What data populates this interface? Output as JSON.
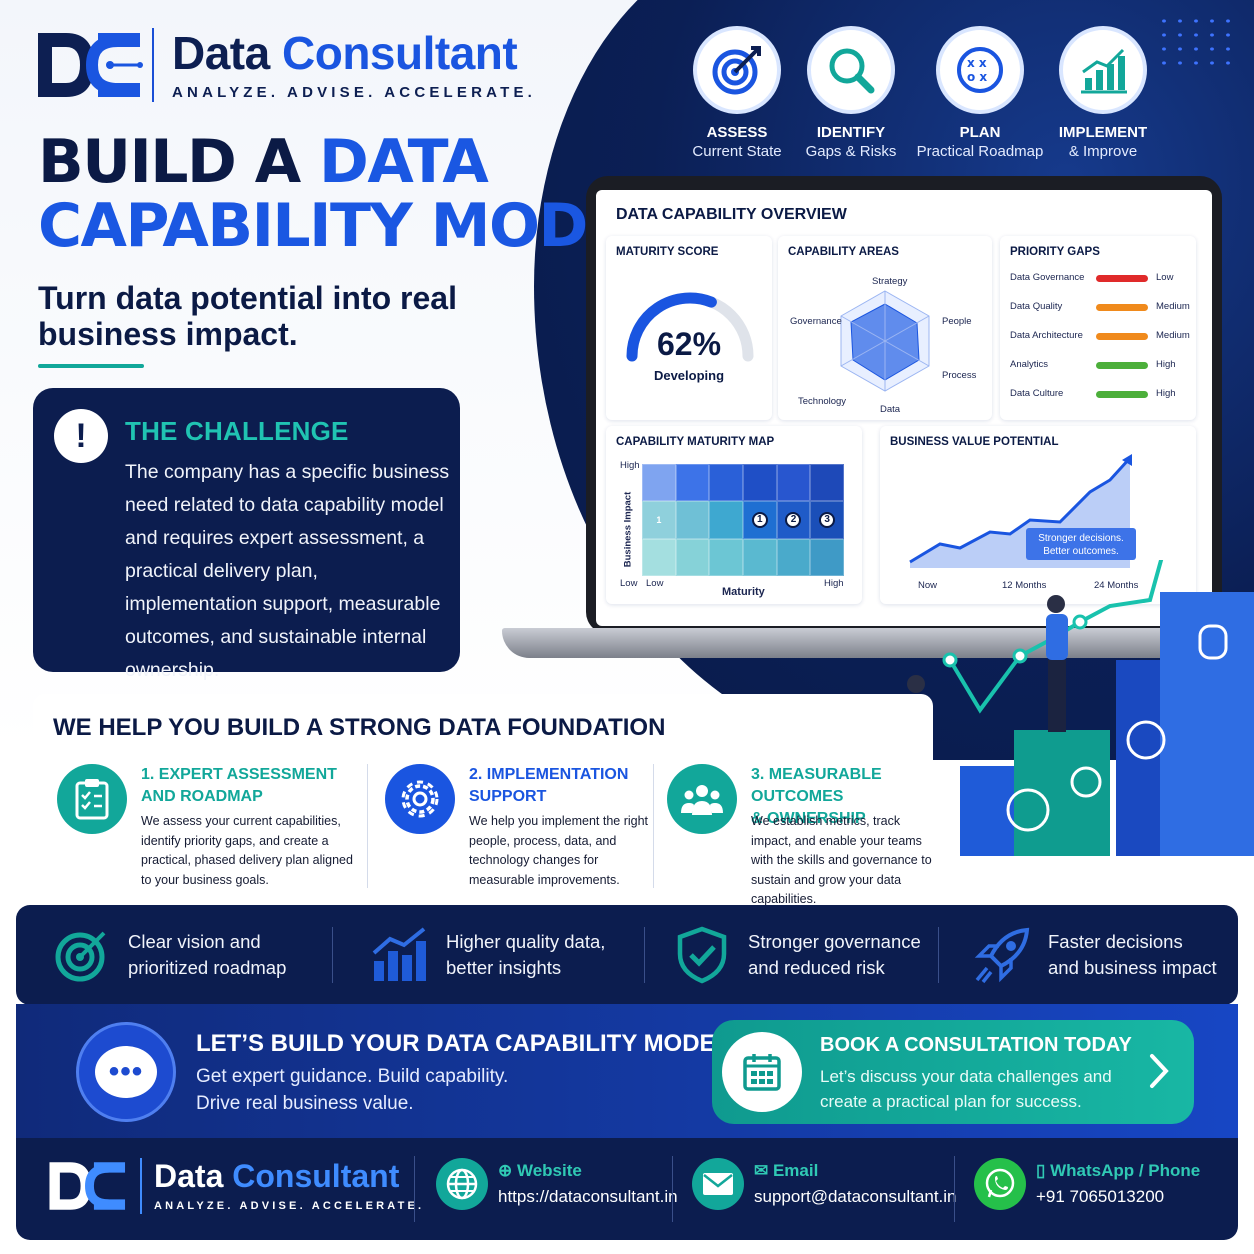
{
  "brand": {
    "name_part1": "Data",
    "name_part2": "Consultant",
    "tagline": "ANALYZE. ADVISE. ACCELERATE."
  },
  "headline": {
    "line1_dark": "BUILD A",
    "line1_blue": "DATA",
    "line2_blue": "CAPABILITY MODEL",
    "subhead": "Turn data potential into real business impact."
  },
  "challenge": {
    "title": "THE CHALLENGE",
    "icon": "exclamation-icon",
    "body": "The company has a specific business need related to data capability model and requires expert assessment, a practical delivery plan, implementation support, measurable outcomes, and sustainable internal ownership."
  },
  "steps": [
    {
      "title": "ASSESS",
      "subtitle": "Current State",
      "icon": "target-icon"
    },
    {
      "title": "IDENTIFY",
      "subtitle": "Gaps & Risks",
      "icon": "magnifier-icon"
    },
    {
      "title": "PLAN",
      "subtitle": "Practical Roadmap",
      "icon": "roadmap-icon"
    },
    {
      "title": "IMPLEMENT",
      "subtitle": "& Improve",
      "icon": "growth-chart-icon"
    }
  ],
  "dashboard": {
    "title": "DATA CAPABILITY OVERVIEW",
    "maturity": {
      "label": "MATURITY SCORE",
      "value_text": "62%",
      "value": 62,
      "status": "Developing"
    },
    "capability_areas": {
      "label": "CAPABILITY AREAS",
      "axes": [
        "Strategy",
        "People",
        "Process",
        "Data",
        "Technology",
        "Governance"
      ]
    },
    "priority_gaps": {
      "label": "PRIORITY GAPS",
      "items": [
        {
          "name": "Data Governance",
          "level": "Low",
          "color": "#e02a2a"
        },
        {
          "name": "Data Quality",
          "level": "Medium",
          "color": "#f08a1c"
        },
        {
          "name": "Data Architecture",
          "level": "Medium",
          "color": "#f08a1c"
        },
        {
          "name": "Analytics",
          "level": "High",
          "color": "#4caf3a"
        },
        {
          "name": "Data Culture",
          "level": "High",
          "color": "#4caf3a"
        }
      ]
    },
    "maturity_map": {
      "label": "CAPABILITY MATURITY MAP",
      "y_axis": "Business Impact",
      "y_high": "High",
      "y_low": "Low",
      "x_low": "Low",
      "x_axis": "Maturity",
      "x_high": "High",
      "markers": [
        "1",
        "1",
        "2",
        "3"
      ]
    },
    "value_potential": {
      "label": "BUSINESS VALUE POTENTIAL",
      "x_labels": [
        "Now",
        "12 Months",
        "24 Months"
      ],
      "callout_line1": "Stronger decisions.",
      "callout_line2": "Better outcomes."
    }
  },
  "foundation": {
    "title": "WE HELP YOU BUILD A STRONG DATA FOUNDATION",
    "pillars": [
      {
        "title_line1": "1. EXPERT ASSESSMENT",
        "title_line2": "AND ROADMAP",
        "desc": "We assess your current capabilities, identify priority gaps, and create a practical, phased delivery plan aligned to your business goals.",
        "icon": "clipboard-checklist-icon"
      },
      {
        "title_line1": "2. IMPLEMENTATION",
        "title_line2": "SUPPORT",
        "desc": "We help you implement the right people, process, data, and technology changes for measurable improvements.",
        "icon": "gear-icon"
      },
      {
        "title_line1": "3. MEASURABLE OUTCOMES",
        "title_line2": "& OWNERSHIP",
        "desc": "We establish metrics, track impact, and enable your teams with the skills and governance to sustain and grow your data capabilities.",
        "icon": "team-icon"
      }
    ]
  },
  "benefits": [
    {
      "line1": "Clear vision and",
      "line2": "prioritized roadmap",
      "icon": "target-icon"
    },
    {
      "line1": "Higher quality data,",
      "line2": "better insights",
      "icon": "bar-chart-icon"
    },
    {
      "line1": "Stronger governance",
      "line2": "and reduced risk",
      "icon": "shield-check-icon"
    },
    {
      "line1": "Faster decisions",
      "line2": "and business impact",
      "icon": "rocket-icon"
    }
  ],
  "cta": {
    "title": "LET’S BUILD YOUR DATA CAPABILITY MODEL",
    "line1": "Get expert guidance. Build capability.",
    "line2": "Drive real business value.",
    "button_title": "BOOK A CONSULTATION TODAY",
    "button_desc": "Let’s discuss your data challenges and create a practical plan for success.",
    "icon": "chat-icon"
  },
  "footer": {
    "website_label": "Website",
    "website_value": "https://dataconsultant.in",
    "email_label": "Email",
    "email_value": "support@dataconsultant.in",
    "phone_label": "WhatsApp / Phone",
    "phone_value": "+91 7065013200"
  },
  "colors": {
    "navy": "#0c1d4f",
    "brand_blue": "#1a57e2",
    "teal": "#12a79a"
  }
}
